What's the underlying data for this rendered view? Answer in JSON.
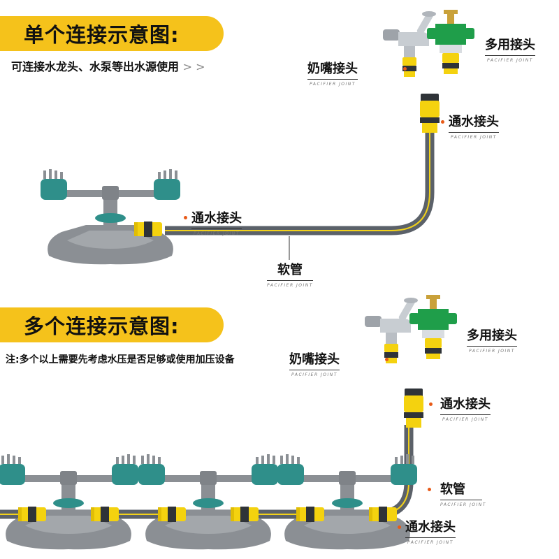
{
  "section1": {
    "title": "单个连接示意图:",
    "subtitle": "可连接水龙头、水泵等出水源使用",
    "subtitle_arrow": "> >",
    "labels": {
      "multi": {
        "text": "多用接头",
        "sub": "PACIFIER JOINT"
      },
      "nipple": {
        "text": "奶嘴接头",
        "sub": "PACIFIER JOINT"
      },
      "water_top": {
        "text": "通水接头",
        "sub": "PACIFIER JOINT"
      },
      "water_sprinkler": {
        "text": "通水接头",
        "sub": "PACIFIER JOINT"
      },
      "hose": {
        "text": "软管",
        "sub": "PACIFIER JOINT"
      }
    }
  },
  "section2": {
    "title": "多个连接示意图:",
    "note": "注:多个以上需要先考虑水压是否足够或使用加压设备",
    "labels": {
      "multi": {
        "text": "多用接头",
        "sub": "PACIFIER JOINT"
      },
      "nipple": {
        "text": "奶嘴接头",
        "sub": "PACIFIER JOINT"
      },
      "water_top": {
        "text": "通水接头",
        "sub": "PACIFIER JOINT"
      },
      "hose": {
        "text": "软管",
        "sub": "PACIFIER JOINT"
      },
      "water_bottom": {
        "text": "通水接头",
        "sub": "PACIFIER JOINT"
      }
    }
  },
  "colors": {
    "banner": "#f5c21b",
    "hose": "#5b6169",
    "hose_stripe": "#f2d21a",
    "connector_yellow": "#f4d20f",
    "connector_dark": "#2f3338",
    "sprinkler_teal": "#2f8f8a",
    "sprinkler_gray": "#8b8f94",
    "tap_silver": "#b9bec4",
    "valve_green": "#1f9e4a",
    "valve_brass": "#c9a13a",
    "pointer_dot": "#e85a18"
  },
  "icons": [
    "faucet-icon",
    "valve-icon",
    "sprinkler-icon",
    "quick-connector-icon",
    "hose-icon"
  ]
}
